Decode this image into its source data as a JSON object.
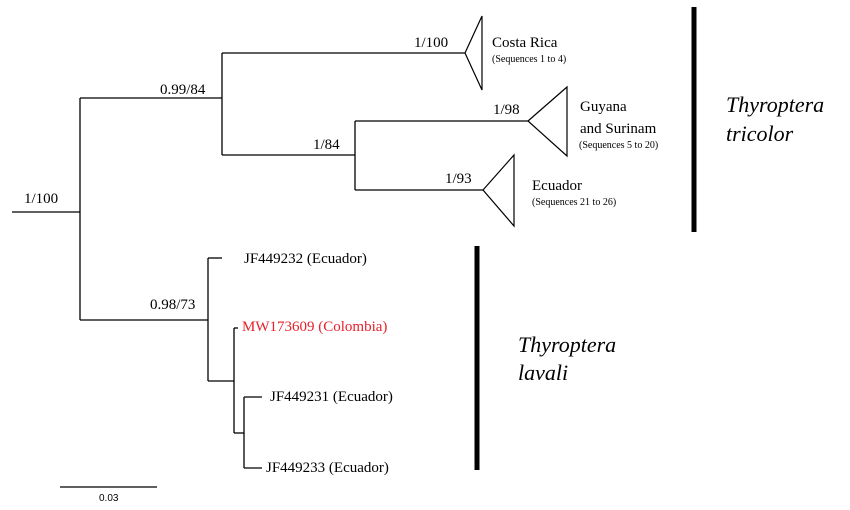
{
  "tree": {
    "root_support": "1/100",
    "tricolor_node_support": "0.99/84",
    "costa_rica_support": "1/100",
    "guyana_ecuador_node_support": "1/84",
    "guyana_support": "1/98",
    "ecuador_clade_support": "1/93",
    "lavali_node_support": "0.98/73"
  },
  "clades": {
    "costa_rica": {
      "name": "Costa Rica",
      "note": "(Sequences 1 to 4)"
    },
    "guyana": {
      "name_line1": "Guyana",
      "name_line2": "and Surinam",
      "note": "(Sequences 5 to 20)"
    },
    "ecuador": {
      "name": "Ecuador",
      "note": "(Sequences 21 to 26)"
    }
  },
  "tips": {
    "jf449232": "JF449232 (Ecuador)",
    "mw173609": "MW173609 (Colombia)",
    "jf449231": "JF449231 (Ecuador)",
    "jf449233": "JF449233 (Ecuador)"
  },
  "species": {
    "tricolor_line1": "Thyroptera",
    "tricolor_line2": "tricolor",
    "lavali_line1": "Thyroptera",
    "lavali_line2": "lavali"
  },
  "scale_bar": {
    "label": "0.03"
  },
  "colors": {
    "highlight": "#e8202a",
    "ink": "#000000"
  }
}
